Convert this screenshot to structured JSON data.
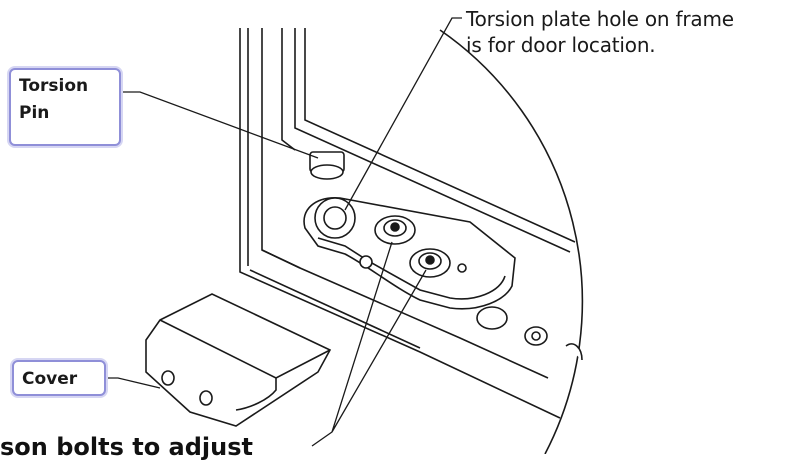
{
  "callouts": {
    "torsion_pin": "Torsion Pin",
    "cover": "Cover"
  },
  "notes": {
    "torsion_plate_line1": "Torsion plate hole on frame",
    "torsion_plate_line2": "is for door location."
  },
  "caption": {
    "partial": "son bolts to adjust"
  },
  "colors": {
    "callout_border": "#8f8fd8",
    "line": "#1a1a1a"
  }
}
